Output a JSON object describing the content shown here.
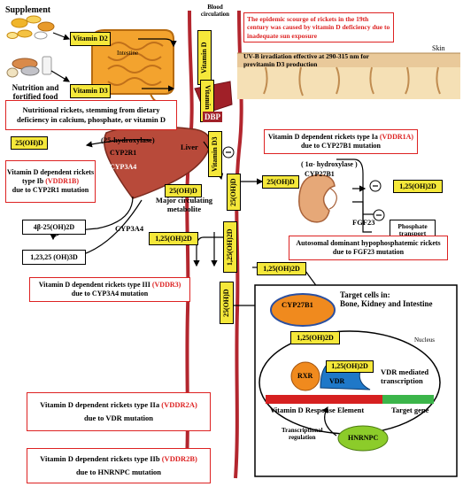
{
  "supplement": "Supplement",
  "nutrition": "Nutrition and fortified food",
  "vitamin_d2": "Vitamin D2",
  "vitamin_d3": "Vitamin D3",
  "intestine": "Intestine",
  "blood_circulation": "Blood circulation",
  "skin": "Skin",
  "epidemic_note": "The epidemic scourge of rickets in the 19th century was caused by vitamin D deficiency due to inadequate sun exposure",
  "uvb_note": "UV-B irradiation effective at 290-315 nm for previtamin D3 production",
  "nutritional_rickets": "Nutritional rickets, stemming from dietary deficiency in calcium, phosphate, or vitamin D",
  "vitamin_d_vessel": "Vitamin D",
  "vitamin_d_bound": "Vitamin D",
  "dbp": "DBP",
  "vitamin_d3_vessel": "Vitamin D3",
  "hydroxylase25": "(25-hydroxylase)",
  "cyp2r1": "CYP2R1",
  "cyp3a4_liver": "CYP3A4",
  "cyp3a4": "CYP3A4",
  "liver": "Liver",
  "oh25d_left": "25(OH)D",
  "oh25d_liver": "25(OH)D",
  "oh25d_vessel": "25(OH)D",
  "oh25d_kidney": "25(OH)D",
  "oh25d_lower": "25(OH)D",
  "major_circulating": "Major circulating metabolite",
  "metabolite_4b": "4β-25(OH)2D",
  "metabolite_123": "1,23,25 (OH)3D",
  "vddr1b": {
    "l1": "Vitamin D dependent rickets",
    "l2a": "type Ib ",
    "l2b": "(VDDR1B)",
    "l3": "due to CYP2R1 mutation"
  },
  "vddr1a": {
    "l1a": "Vitamin D dependent rickets type Ia ",
    "l1b": "(VDDR1A)",
    "l2": "due to CYP27B1 mutation"
  },
  "vddr3": {
    "l1a": "Vitamin D dependent rickets type III ",
    "l1b": "(VDDR3)",
    "l2": "due to CYP3A4 mutation"
  },
  "vddr2a": {
    "l1a": "Vitamin D dependent rickets type IIa ",
    "l1b": "(VDDR2A)",
    "l2": "due to VDR mutation"
  },
  "vddr2b": {
    "l1a": "Vitamin D dependent rickets type IIb ",
    "l1b": "(VDDR2B)",
    "l2": "due to HNRNPC mutation"
  },
  "hydroxylase1a": "( 1α- hydroxylase )",
  "cyp27b1_kidney": "CYP27B1",
  "oh125d_kidney": "1,25(OH)2D",
  "oh125d_vessel_mid": "1,25(OH)2D",
  "oh125d_vessel_vert": "1,25(OH)2D",
  "oh125d_right": "1,25(OH)2D",
  "oh125d_cell": "1,25(OH)2D",
  "oh125d_vdr": "1,25(OH)2D",
  "fgf23": "FGF23",
  "phosphate_transport": "Phosphate transport",
  "adhr": {
    "l1": "Autosomal dominant hypophosphatemic rickets",
    "l2": "due to FGF23 mutation"
  },
  "target_cells": {
    "l1": "Target cells in:",
    "l2": "Bone, Kidney and Intestine"
  },
  "cyp27b1_cell": "CYP27B1",
  "nucleus": "Nucleus",
  "rxr": "RXR",
  "vdr": "VDR",
  "vdr_mediated": {
    "l1": "VDR mediated",
    "l2": "transcription"
  },
  "vdre": "Vitamin D Response Element",
  "target_gene": "Target gene",
  "transcriptional_regulation": {
    "l1": "Transcriptional",
    "l2": "regulation"
  },
  "hnrnpc": "HNRNPC",
  "colors": {
    "red": "#d22222",
    "yellow": "#f5e83a",
    "vessel": "#b3262e",
    "liver": "#b84a3a",
    "orange": "#f08a1e",
    "vdr_blue": "#1f78c8",
    "green": "#3bb54a",
    "lime": "#8ccc2a"
  }
}
